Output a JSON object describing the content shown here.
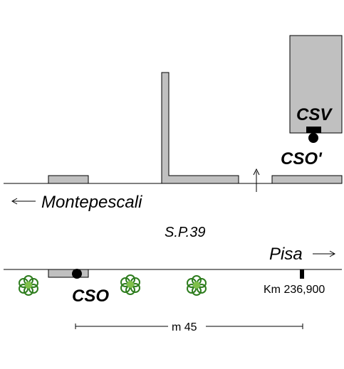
{
  "labels": {
    "csv": "CSV",
    "cso_prime": "CSO'",
    "cso": "CSO",
    "montepescali": "Montepescali",
    "sp39": "S.P.39",
    "pisa": "Pisa",
    "km": "Km 236,900",
    "distance": "m 45"
  },
  "colors": {
    "building": "#c0c0c0",
    "tree": "#2e7d1e",
    "ink": "#000000"
  }
}
